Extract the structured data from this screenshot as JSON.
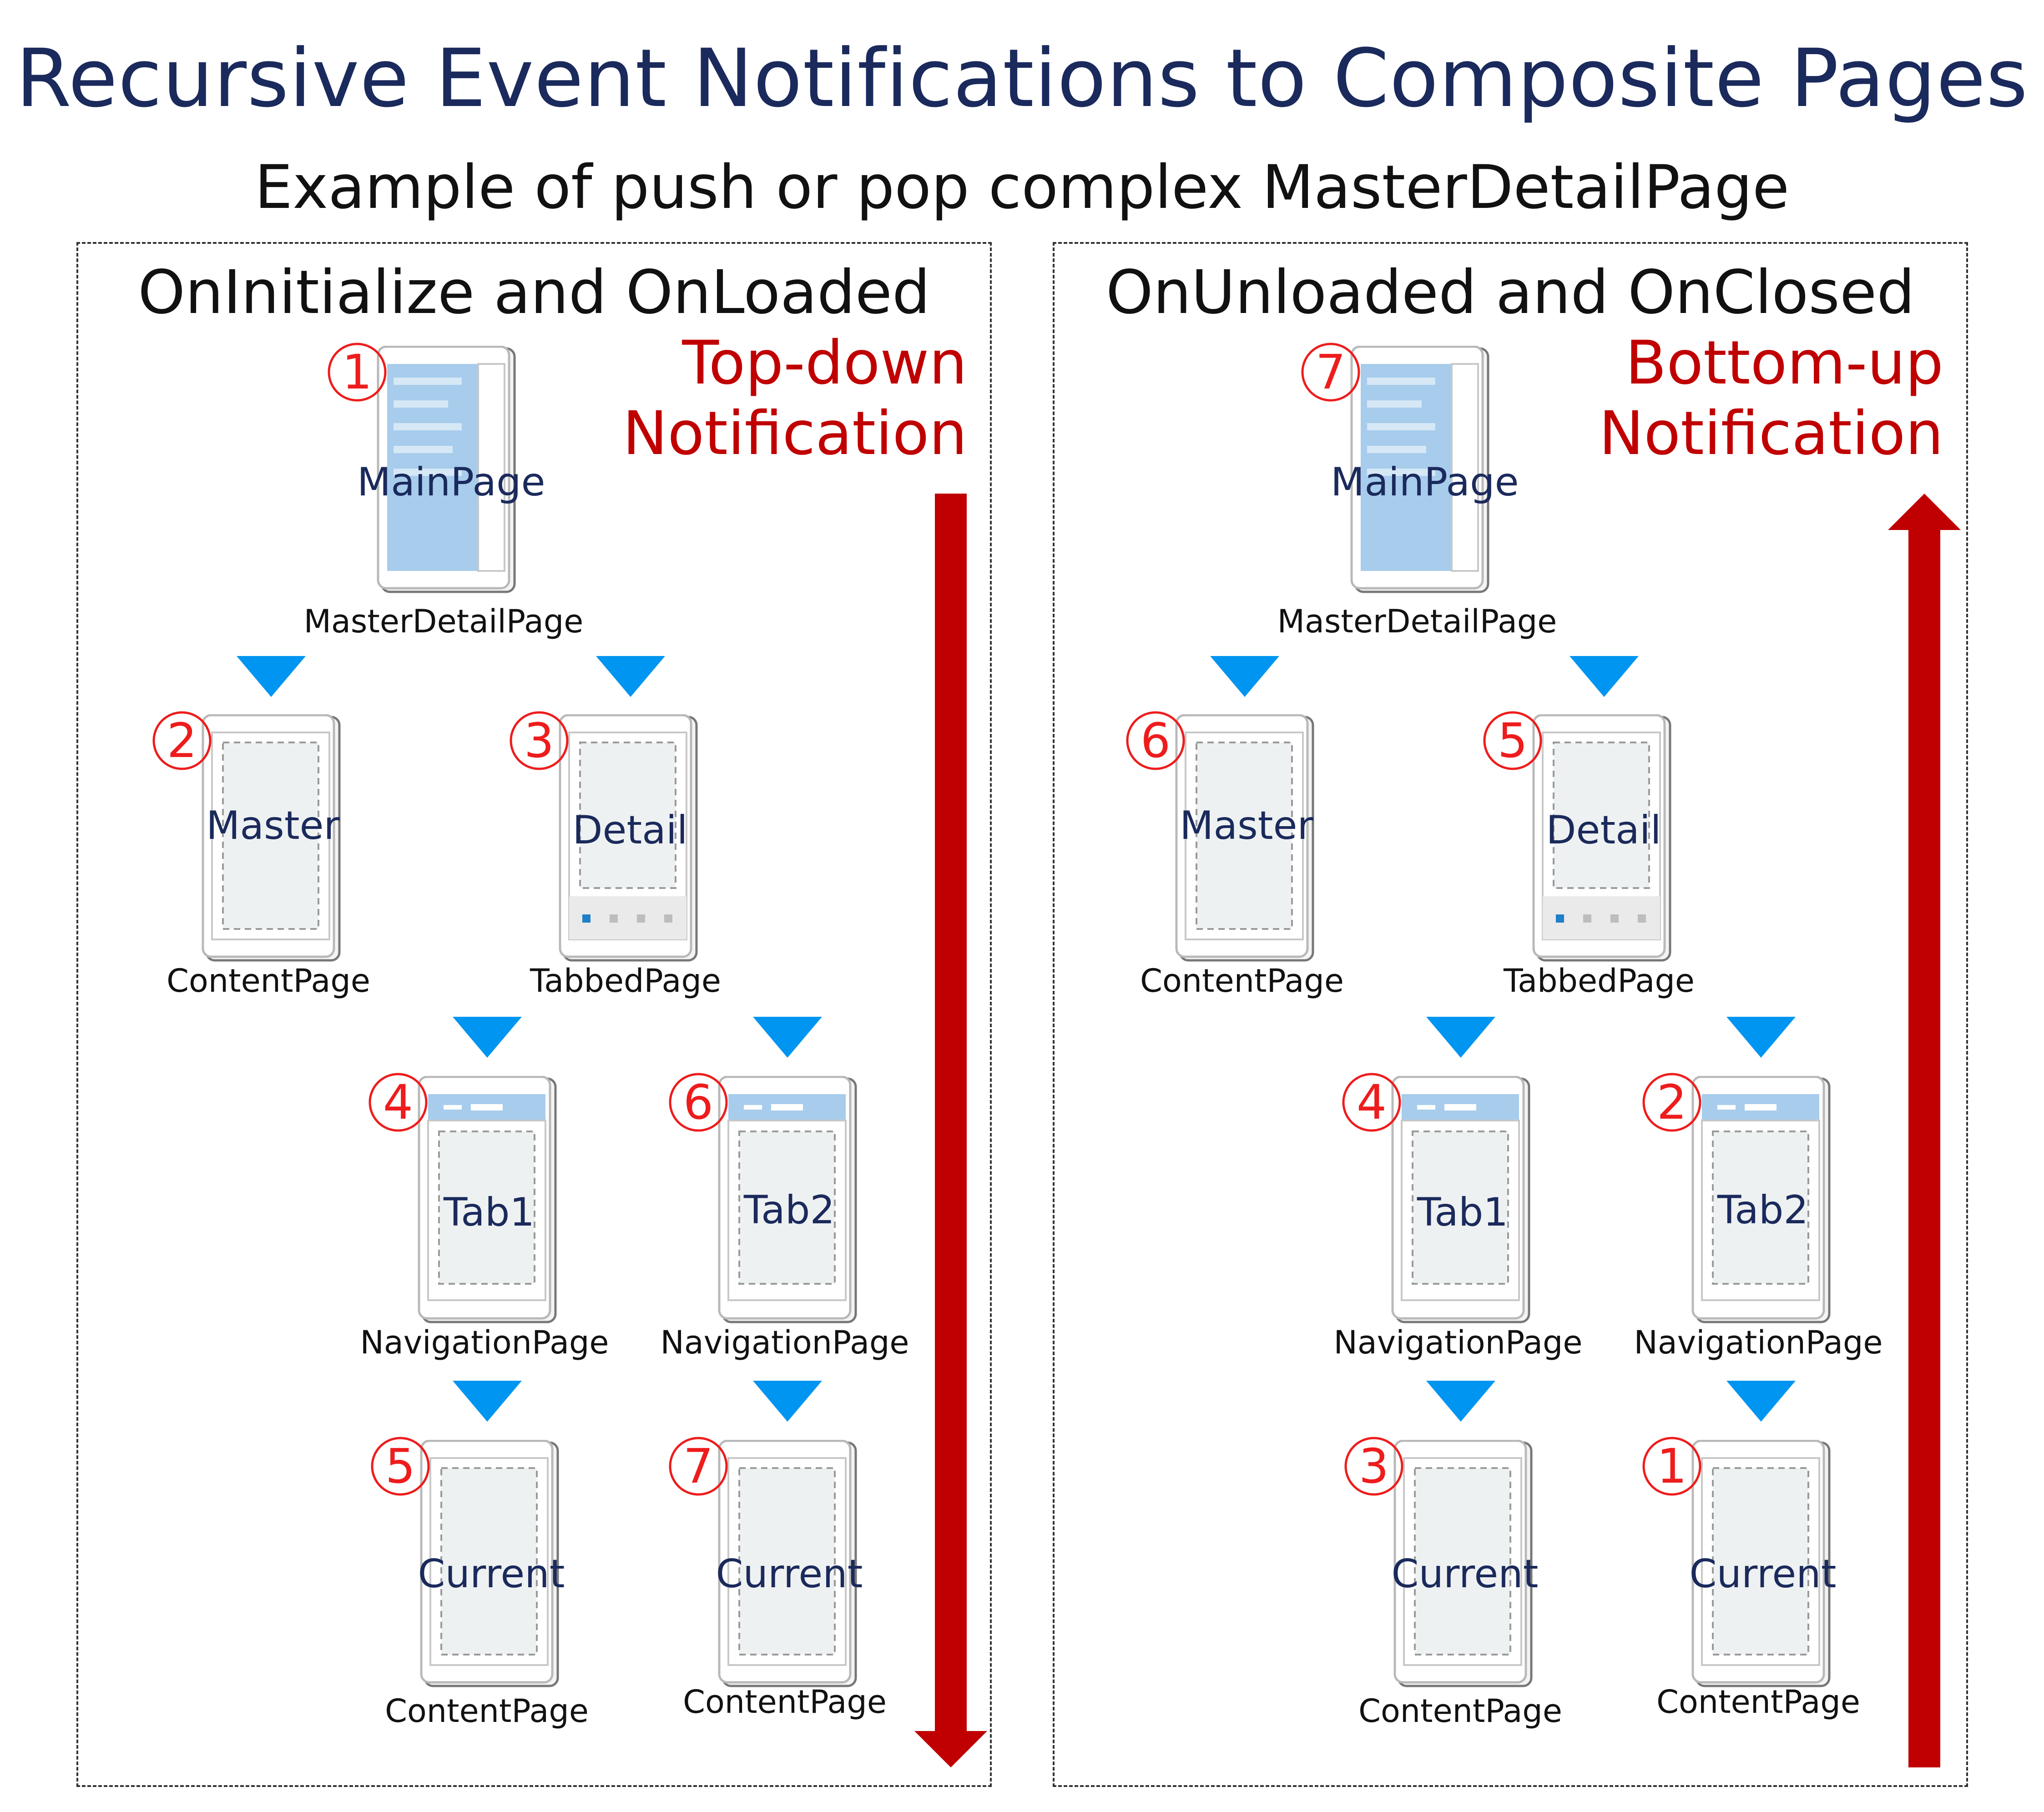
{
  "title": "Recursive Event Notifications to Composite Pages",
  "subtitle": "Example of push or pop complex MasterDetailPage",
  "colors": {
    "title": "#1b2a5c",
    "red": "#c00000",
    "badge": "#ee1c1c",
    "connector": "#0095f0",
    "master_fill": "#a7ccec",
    "screen_fill": "#eef1f1"
  },
  "panels": [
    {
      "id": "left",
      "title": "OnInitialize and OnLoaded",
      "direction_lines": [
        "Top-down",
        "Notification"
      ],
      "arrow": "down",
      "nodes": {
        "mdp": {
          "label": "MainPage",
          "type": "MasterDetailPage",
          "order": "1",
          "icon": "master-detail-device-icon"
        },
        "master": {
          "label": "Master",
          "type": "ContentPage",
          "order": "2",
          "icon": "content-device-icon"
        },
        "detail": {
          "label": "Detail",
          "type": "TabbedPage",
          "order": "3",
          "icon": "tabbed-device-icon"
        },
        "tab1": {
          "label": "Tab1",
          "type": "NavigationPage",
          "order": "4",
          "icon": "navigation-device-icon"
        },
        "cur1": {
          "label": "Current",
          "type": "ContentPage",
          "order": "5",
          "icon": "content-device-icon"
        },
        "tab2": {
          "label": "Tab2",
          "type": "NavigationPage",
          "order": "6",
          "icon": "navigation-device-icon"
        },
        "cur2": {
          "label": "Current",
          "type": "ContentPage",
          "order": "7",
          "icon": "content-device-icon"
        }
      }
    },
    {
      "id": "right",
      "title": "OnUnloaded and OnClosed",
      "direction_lines": [
        "Bottom-up",
        "Notification"
      ],
      "arrow": "up",
      "nodes": {
        "mdp": {
          "label": "MainPage",
          "type": "MasterDetailPage",
          "order": "7",
          "icon": "master-detail-device-icon"
        },
        "master": {
          "label": "Master",
          "type": "ContentPage",
          "order": "6",
          "icon": "content-device-icon"
        },
        "detail": {
          "label": "Detail",
          "type": "TabbedPage",
          "order": "5",
          "icon": "tabbed-device-icon"
        },
        "tab1": {
          "label": "Tab1",
          "type": "NavigationPage",
          "order": "4",
          "icon": "navigation-device-icon"
        },
        "cur1": {
          "label": "Current",
          "type": "ContentPage",
          "order": "3",
          "icon": "content-device-icon"
        },
        "tab2": {
          "label": "Tab2",
          "type": "NavigationPage",
          "order": "2",
          "icon": "navigation-device-icon"
        },
        "cur2": {
          "label": "Current",
          "type": "ContentPage",
          "order": "1",
          "icon": "content-device-icon"
        }
      }
    }
  ]
}
